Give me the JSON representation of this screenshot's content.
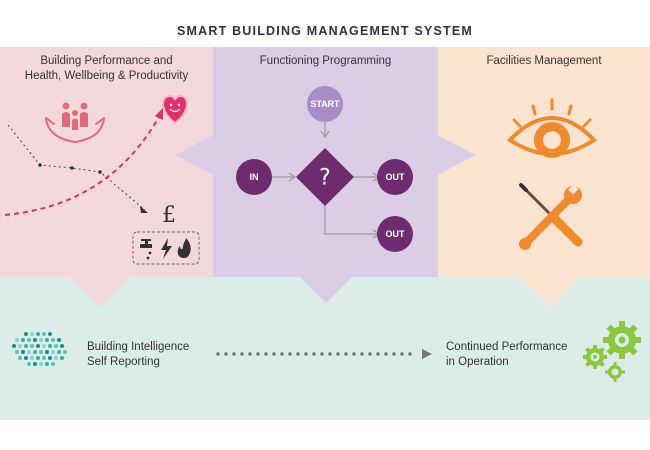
{
  "title": "SMART BUILDING MANAGEMENT SYSTEM",
  "panels": {
    "building_performance": {
      "title_line1": "Building Performance and",
      "title_line2": "Health, Wellbeing & Productivity",
      "color": "#f4d9dc",
      "currency_symbol": "£"
    },
    "functioning_programming": {
      "title": "Functioning Programming",
      "color": "#dccde6",
      "nodes": {
        "start": "START",
        "in": "IN",
        "decision": "?",
        "out_right": "OUT",
        "out_down": "OUT"
      }
    },
    "facilities_management": {
      "title": "Facilities Management",
      "color": "#fbe4cf"
    },
    "bottom": {
      "color": "#dcece9",
      "left_line1": "Building Intelligence",
      "left_line2": "Self Reporting",
      "right_line1": "Continued Performance",
      "right_line2": "in Operation"
    }
  },
  "colors": {
    "pink_accent": "#e06a80",
    "purple_node": "#6e2c6e",
    "purple_light": "#a98bc5",
    "orange_accent": "#ef8a2e",
    "teal_accent": "#2bb3a5",
    "green_gear": "#8dc63f"
  },
  "icons": [
    "people-hands-icon",
    "heart-icon",
    "pound-icon",
    "tap-icon",
    "lightning-icon",
    "flame-icon",
    "eye-icon",
    "tools-icon",
    "brain-icon",
    "gears-icon"
  ]
}
